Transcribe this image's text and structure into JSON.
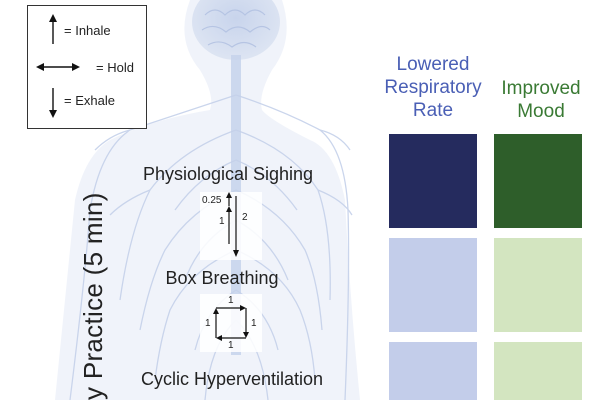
{
  "legend": {
    "inhale": "= Inhale",
    "hold": "= Hold",
    "exhale": "= Exhale"
  },
  "vertical_axis_label": "y Practice (5 min)",
  "techniques": [
    {
      "name": "Physiological Sighing",
      "diagram_labels": [
        "0.25",
        "1",
        "2"
      ]
    },
    {
      "name": "Box Breathing",
      "diagram_labels": [
        "1",
        "1",
        "1",
        "1"
      ]
    },
    {
      "name": "Cyclic Hyperventilation"
    }
  ],
  "outcomes": [
    {
      "label_lines": [
        "Lowered",
        "Respiratory",
        "Rate"
      ],
      "color": "#4a5fb5"
    },
    {
      "label_lines": [
        "Improved",
        "Mood"
      ],
      "color": "#3a7a34"
    }
  ],
  "grid_colors": {
    "respiratory": [
      "#252b5e",
      "#c3cdea",
      "#c3cdea"
    ],
    "mood": [
      "#2e5e2a",
      "#d3e5c0",
      "#d3e5c0"
    ]
  }
}
